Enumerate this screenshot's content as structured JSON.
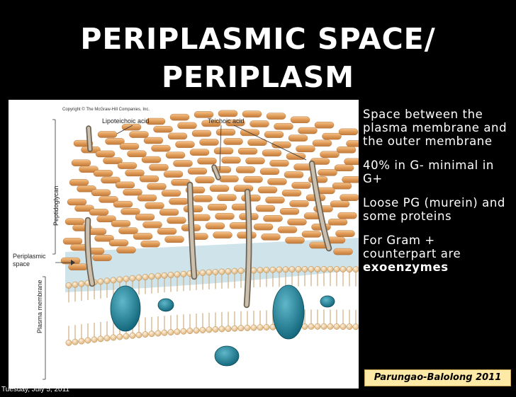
{
  "slide": {
    "title_line1": "PERIPLASMIC SPACE/",
    "title_line2": "PERIPLASM",
    "bullets": [
      {
        "text": "Space between the plasma membrane and the outer membrane"
      },
      {
        "text": "40% in G- minimal in G+"
      },
      {
        "text": "Loose PG (murein) and some proteins"
      },
      {
        "text": "For Gram + counterpart are",
        "bold_text": "exoenzymes"
      }
    ],
    "credit": "Parungao-Balolong 2011",
    "date": "Tuesday, July 5, 2011"
  },
  "figure": {
    "copyright": "Copyright © The McGraw-Hill Companies, Inc.",
    "label_lipoteichoic": "Lipoteichoic acid",
    "label_teichoic": "Teichoic acid",
    "label_peptidoglycan": "Peptidoglycan",
    "label_periplasmic": "Periplasmic space",
    "label_plasma": "Plasma membrane"
  },
  "colors": {
    "background": "#000000",
    "text": "#ffffff",
    "credit_box": "#ffe9a6",
    "peptidoglycan_orange": "#e3a25e",
    "periplasm_blue": "#cfe3ea",
    "membrane_protein": "#1d7f95",
    "lipid_head": "#f2cf9e"
  }
}
